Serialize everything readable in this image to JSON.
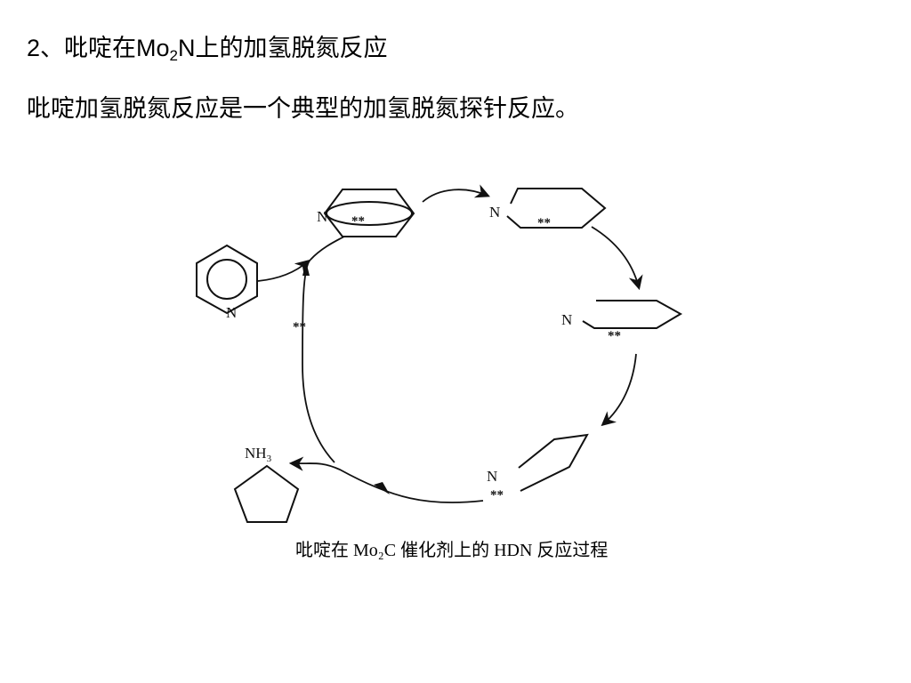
{
  "slide": {
    "title": {
      "prefix": "2、吡啶在Mo",
      "subscript": "2",
      "suffix": "N上的加氢脱氮反应"
    },
    "subtitle": "吡啶加氢脱氮反应是一个典型的加氢脱氮探针反应。"
  },
  "diagram": {
    "labels": {
      "n_pyridine": "N",
      "n_adsorbed_pyridine": "N",
      "adsorbed_pyridine_marker": "**",
      "n_piperidine": "N",
      "piperidine_marker": "**",
      "n_open_chain": "N",
      "open_chain_marker": "**",
      "n_pentyl": "N",
      "pentyl_marker": "**",
      "ammonia_label": "NH",
      "ammonia_subscript": "3",
      "cycle_marker": "**"
    },
    "caption": "吡啶在 Mo₂C 催化剂上的 HDN 反应过程"
  }
}
